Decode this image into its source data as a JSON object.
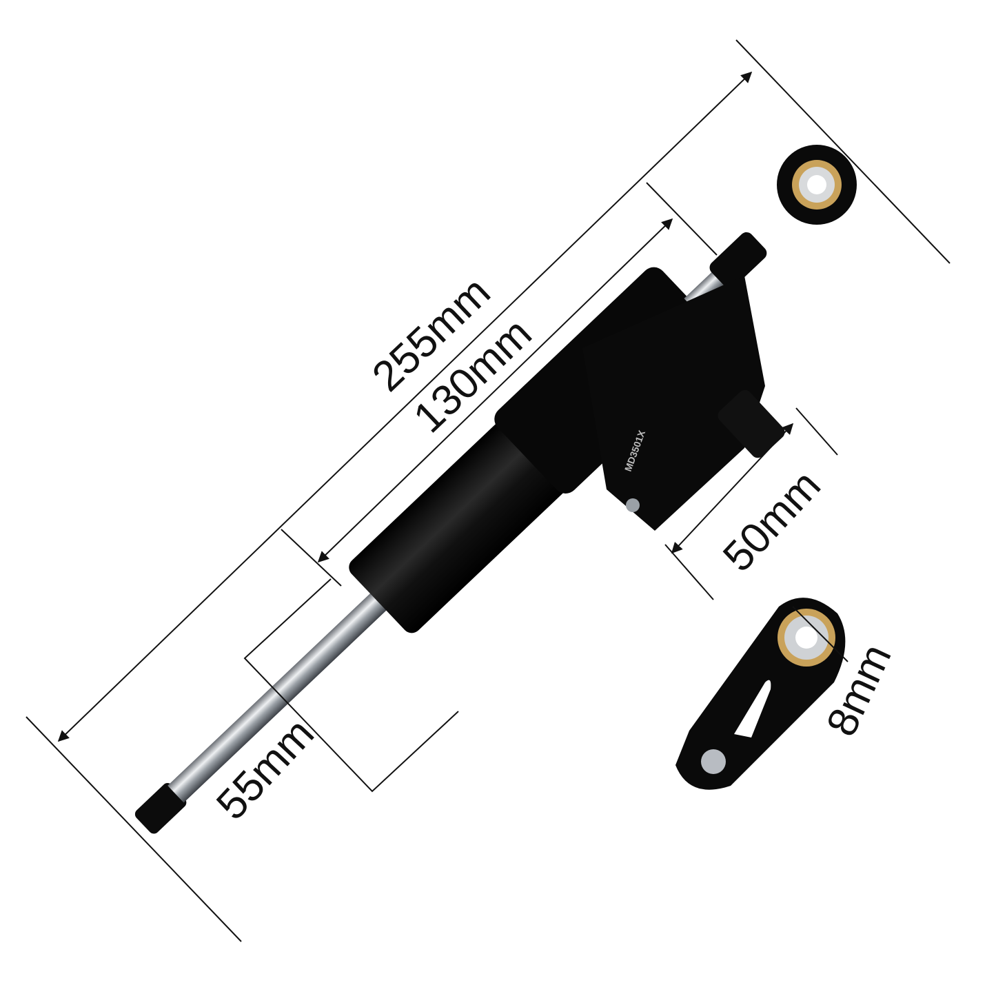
{
  "dimensions": {
    "overall_length": "255mm",
    "body_length": "130mm",
    "reservoir": "50mm",
    "stroke": "55mm",
    "bore": "8mm"
  },
  "product_marking": "MD3501X",
  "colors": {
    "body": "#0a0a0a",
    "rod": "#b8bcc2",
    "bushing": "#c9a25a",
    "line": "#111111"
  }
}
